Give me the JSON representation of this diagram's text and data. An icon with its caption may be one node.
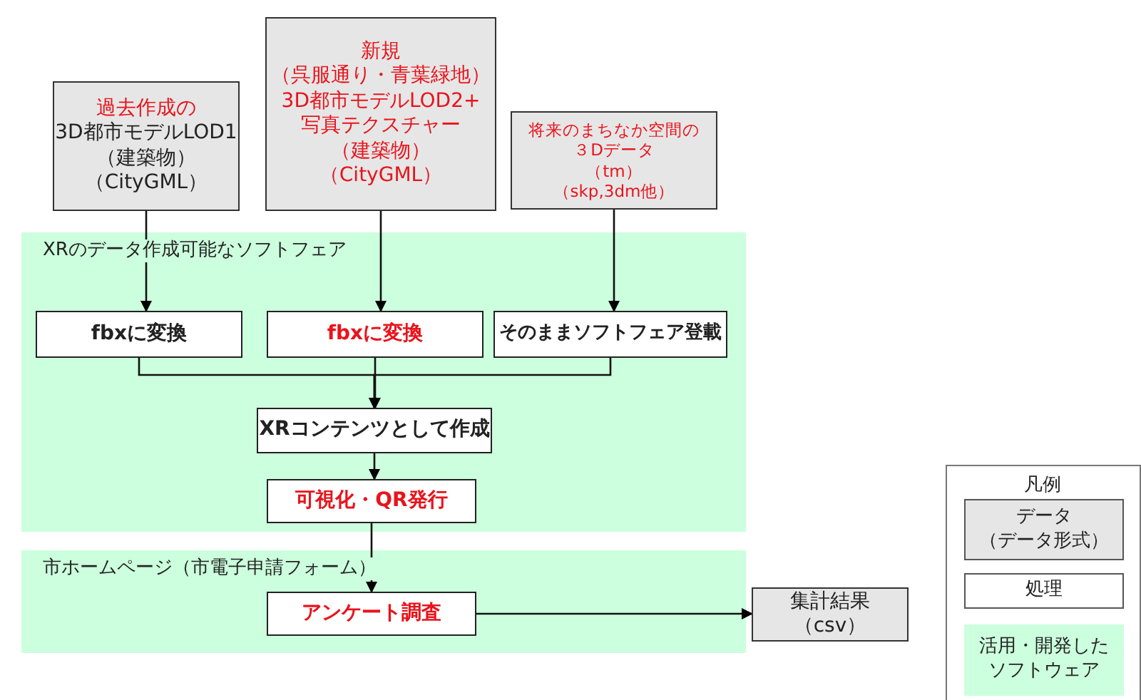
{
  "diagram": {
    "nodes": [
      {
        "text": [
          "過去作成の",
          "3D都市モデルLOD1",
          "（建築物）",
          "（CityGML）"
        ]
      },
      {
        "text": [
          "新規",
          "（呉服通り・青葉緑地）",
          "3D都市モデルLOD2+",
          "写真テクスチャー",
          "（建築物）",
          "（CityGML）"
        ]
      },
      {
        "text": [
          "将来のまちなか空間の",
          "３Dデータ",
          "（tm）",
          "（skp,3dm他）"
        ]
      },
      {
        "text": [
          "XRのデータ作成可能なソフトフェア"
        ]
      },
      {
        "text": [
          "fbxに変換"
        ],
        "in": 3
      },
      {
        "text": [
          "fbxに変換"
        ],
        "in": 3
      },
      {
        "text": [
          "そのままソフトフェア登載"
        ],
        "in": 3
      },
      {
        "text": [
          "XRコンテンツとして作成"
        ],
        "in": 3
      },
      {
        "text": [
          "可視化・QR発行"
        ],
        "in": 3
      },
      {
        "text": [
          "市ホームページ（市電子申請フォーム）"
        ]
      },
      {
        "text": [
          "アンケート調査"
        ],
        "in": 9
      },
      {
        "text": [
          "集計結果",
          "（csv）"
        ]
      }
    ],
    "edges": [
      {
        "from": 0,
        "to": 4,
        "arrow": "to"
      },
      {
        "from": 1,
        "to": 5,
        "arrow": "to"
      },
      {
        "from": 2,
        "to": 6,
        "arrow": "to"
      },
      {
        "from": 4,
        "to": 7,
        "arrow": "to"
      },
      {
        "from": 5,
        "to": 7,
        "arrow": "to"
      },
      {
        "from": 6,
        "to": 7,
        "arrow": "to"
      },
      {
        "from": 7,
        "to": 8,
        "arrow": "to"
      },
      {
        "from": 8,
        "to": 10,
        "arrow": "to"
      },
      {
        "from": 10,
        "to": 11,
        "arrow": "to"
      }
    ],
    "labels": [
      "凡例"
    ],
    "legend": [
      {
        "text": "データ（データ形式）",
        "color": "#e6e6e6"
      },
      {
        "text": "処理",
        "color": "#ffffff"
      },
      {
        "text": "活用・開発したソフトウェア",
        "color": "#ccffdd"
      }
    ]
  }
}
